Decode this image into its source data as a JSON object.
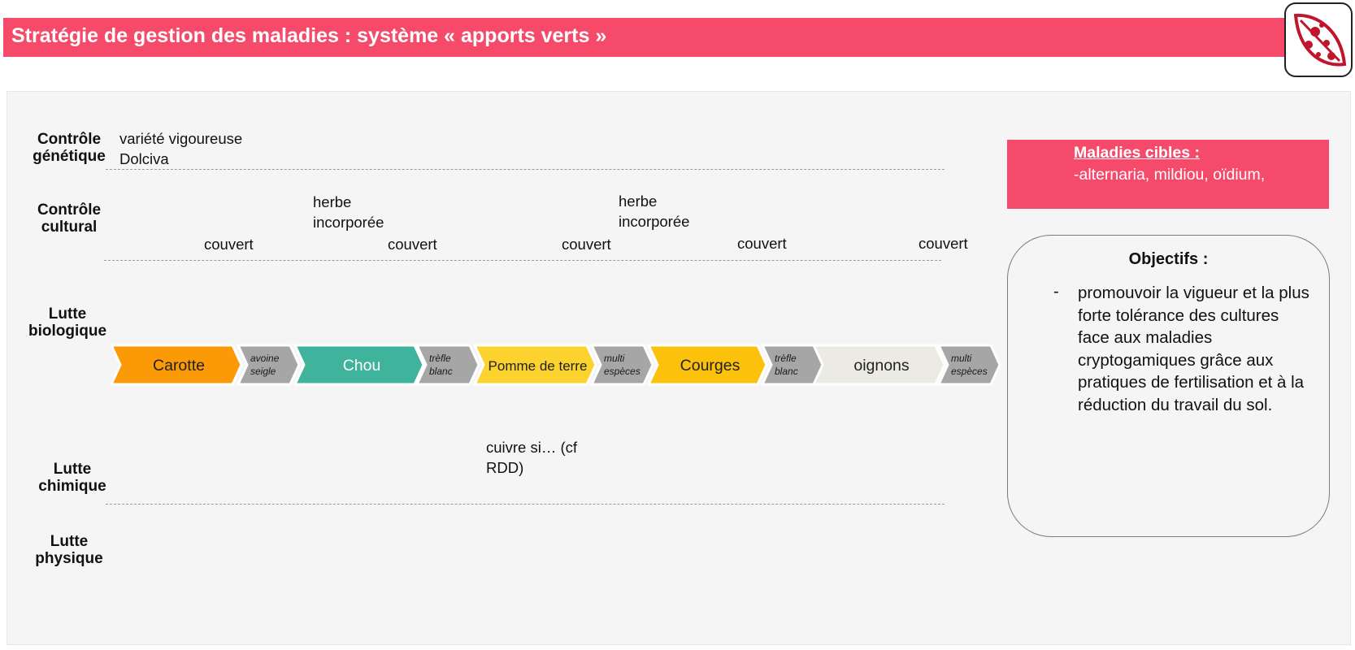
{
  "header": {
    "title": "Stratégie de gestion des maladies : système « apports verts »",
    "logo_icon": "leaf-disease-icon",
    "colors": {
      "accent": "#f64a6a"
    }
  },
  "rows": {
    "genetic": {
      "line1": "Contrôle",
      "line2": "génétique"
    },
    "cultural": {
      "line1": "Contrôle",
      "line2": "cultural"
    },
    "biological": {
      "line1": "Lutte",
      "line2": "biologique"
    },
    "chemical": {
      "line1": "Lutte",
      "line2": "chimique"
    },
    "physical": {
      "line1": "Lutte",
      "line2": "physique"
    }
  },
  "genetic": {
    "line1": "variété vigoureuse",
    "line2": "Dolciva"
  },
  "cultural": {
    "herbe_line1": "herbe",
    "herbe_line2": "incorporée",
    "couvert": "couvert"
  },
  "chemical": {
    "line1": "cuivre si… (cf",
    "line2": "RDD)"
  },
  "sequence": [
    {
      "label": "Carotte",
      "kind": "crop",
      "color": "#fb9a06"
    },
    {
      "label": "avoine seigle",
      "line1": "avoine",
      "line2": "seigle",
      "kind": "cover",
      "color": "#a6a6a6"
    },
    {
      "label": "Chou",
      "kind": "crop",
      "color": "#3fb39b"
    },
    {
      "label": "trèfle blanc",
      "line1": "trèfle",
      "line2": "blanc",
      "kind": "cover",
      "color": "#a6a6a6"
    },
    {
      "label": "Pomme de terre",
      "kind": "crop",
      "color": "#fcd22e"
    },
    {
      "label": "multi espèces",
      "line1": "multi",
      "line2": "espèces",
      "kind": "cover",
      "color": "#a6a6a6"
    },
    {
      "label": "Courges",
      "kind": "crop",
      "color": "#fcc10a"
    },
    {
      "label": "trèfle blanc",
      "line1": "trèfle",
      "line2": "blanc",
      "kind": "cover",
      "color": "#a6a6a6"
    },
    {
      "label": "oignons",
      "kind": "crop",
      "color": "#ecebe3"
    },
    {
      "label": "multi espèces",
      "line1": "multi",
      "line2": "espèces",
      "kind": "cover",
      "color": "#a6a6a6"
    }
  ],
  "targets": {
    "title": "Maladies cibles :",
    "list": "-alternaria, mildiou, oïdium,"
  },
  "objectives": {
    "title": "Objectifs :",
    "bullet": "-",
    "text": "promouvoir la vigueur et la plus forte tolérance des cultures face aux maladies cryptogamiques grâce aux pratiques de fertilisation et à la réduction du travail du sol."
  }
}
